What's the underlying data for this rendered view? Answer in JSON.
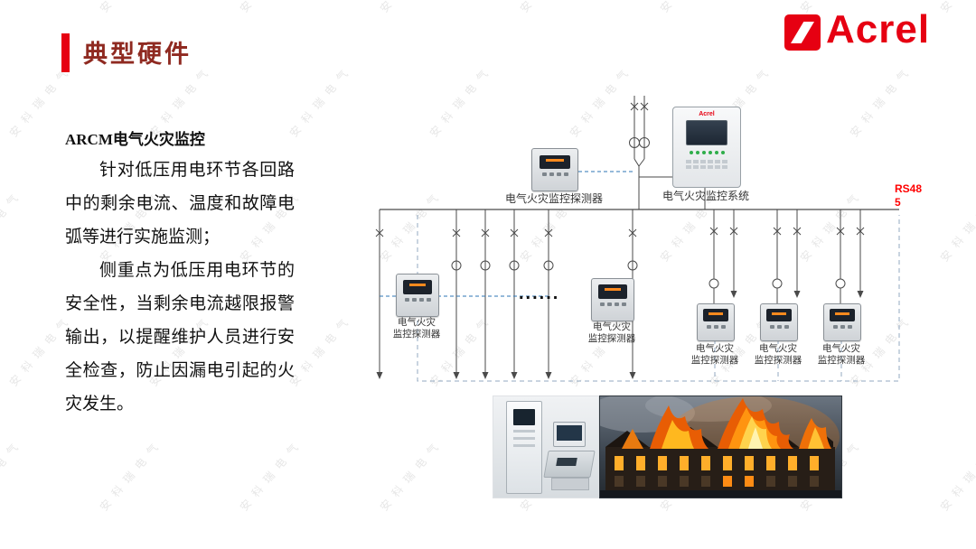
{
  "watermark": {
    "text": "安科瑞电气"
  },
  "header": {
    "title": "典型硬件",
    "logo_text": "Acrel",
    "accent_color": "#e60012",
    "title_color": "#8f2a21"
  },
  "left_panel": {
    "heading": "ARCM电气火灾监控",
    "para1": "针对低压用电环节各回路中的剩余电流、温度和故障电弧等进行实施监测；",
    "para2": "侧重点为低压用电环节的安全性，当剩余电流越限报警输出，以提醒维护人员进行安全检查，防止因漏电引起的火灾发生。"
  },
  "diagram": {
    "top_detector_label": "电气火灾监控探测器",
    "system_label": "电气火灾监控系统",
    "panel_brand": "Acrel",
    "rs485": "RS485",
    "dots": "......",
    "left_detector_label": {
      "line1": "电气火灾",
      "line2": "监控探测器"
    },
    "center_detector_label": {
      "line1": "电气火灾",
      "line2": "监控探测器"
    },
    "right_detector_labels": [
      {
        "line1": "电气火灾",
        "line2": "监控探测器"
      },
      {
        "line1": "电气火灾",
        "line2": "监控探测器"
      },
      {
        "line1": "电气火灾",
        "line2": "监控探测器"
      }
    ],
    "colors": {
      "line": "#4a4a4a",
      "comm_dashed": "#93a9c0",
      "blue_dashed": "#2e75b6",
      "rs485_red": "#ff0000"
    }
  }
}
